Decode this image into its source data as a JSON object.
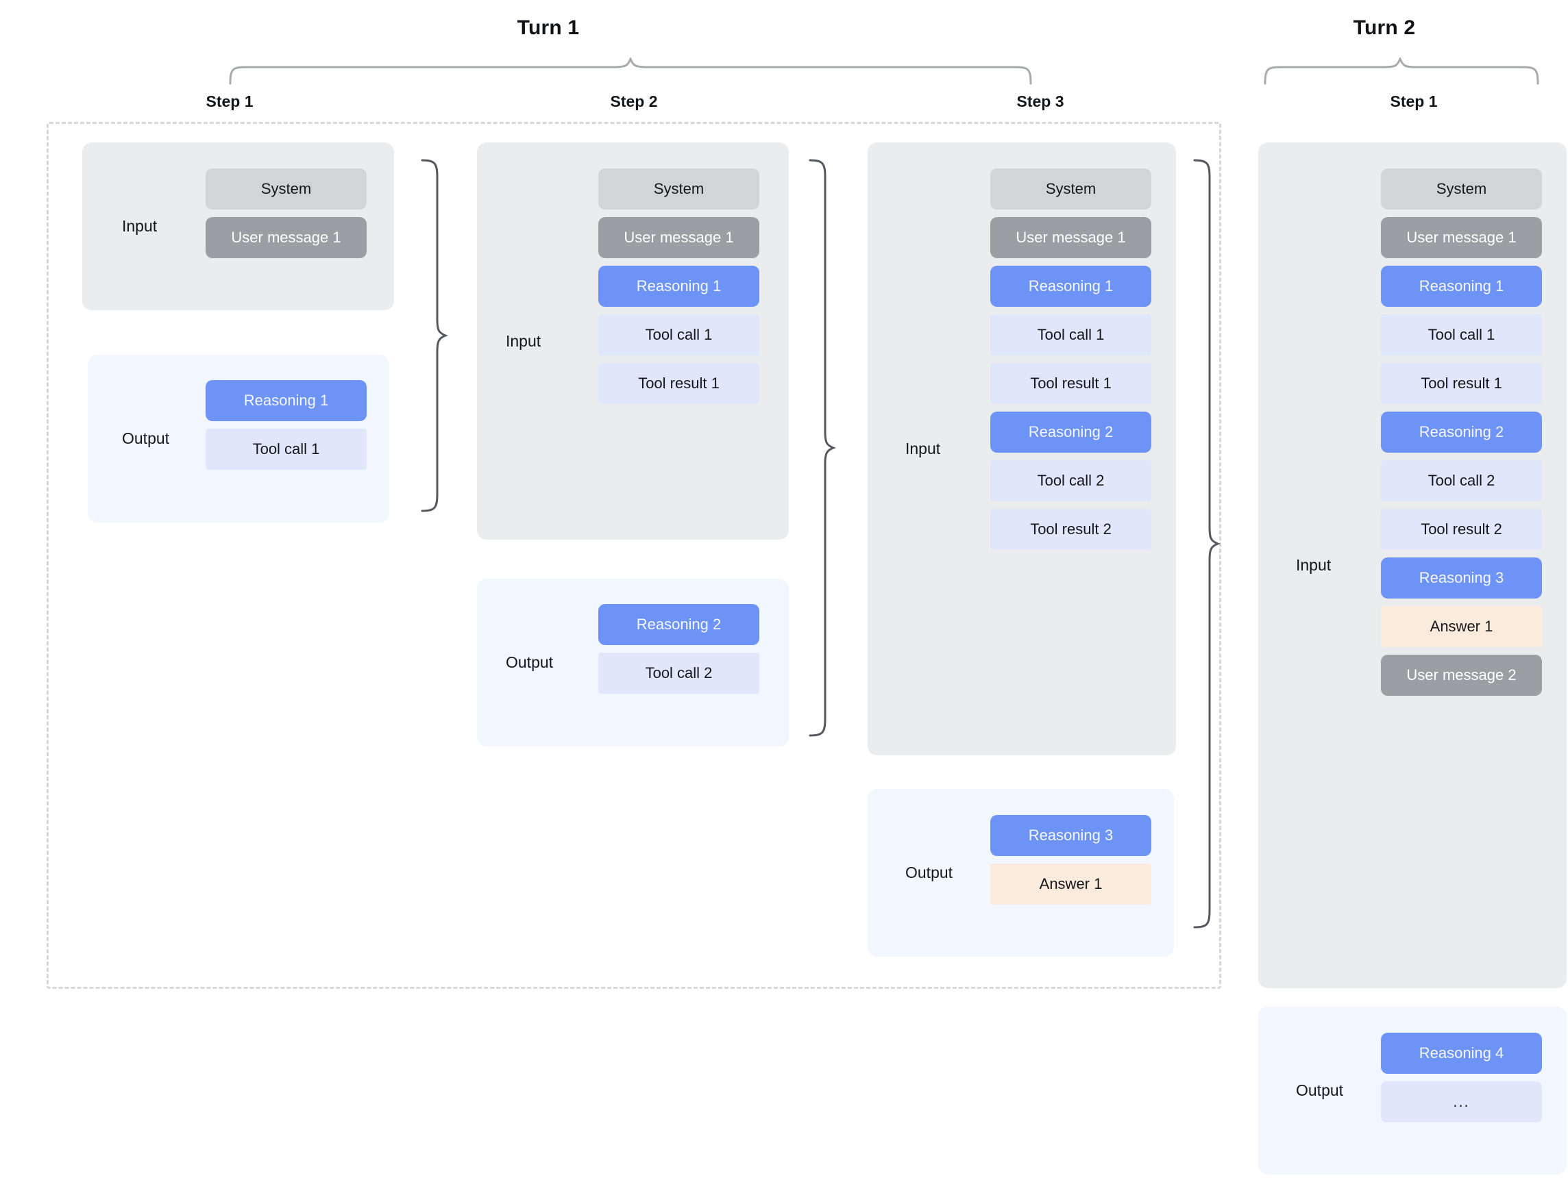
{
  "diagram": {
    "title_turn1": "Turn 1",
    "title_turn2": "Turn 2",
    "labels": {
      "input": "Input",
      "output": "Output"
    },
    "colors": {
      "system": "#d2d4d7",
      "user_message": "#9b9ea3",
      "reasoning": "#6d93f6",
      "tool_call": "#e0e7fb",
      "tool_result": "#e0e7fb",
      "answer": "#fbebdc",
      "input_panel": "#ebecee",
      "output_panel": "#f2f6fe",
      "dashed_border": "#d5d7da",
      "brace": "#55585e",
      "turn_brace": "#a8abae"
    }
  },
  "turns": [
    {
      "name": "Turn 1",
      "steps": [
        {
          "name": "Step 1",
          "input": {
            "label": "Input",
            "blocks": [
              {
                "text": "System",
                "kind": "system"
              },
              {
                "text": "User message 1",
                "kind": "user"
              }
            ]
          },
          "output": {
            "label": "Output",
            "blocks": [
              {
                "text": "Reasoning 1",
                "kind": "reasoning"
              },
              {
                "text": "Tool call 1",
                "kind": "toolcall"
              }
            ]
          }
        },
        {
          "name": "Step 2",
          "input": {
            "label": "Input",
            "blocks": [
              {
                "text": "System",
                "kind": "system"
              },
              {
                "text": "User message 1",
                "kind": "user"
              },
              {
                "text": "Reasoning 1",
                "kind": "reasoning"
              },
              {
                "text": "Tool call 1",
                "kind": "toolcall"
              },
              {
                "text": "Tool result 1",
                "kind": "toolresult"
              }
            ]
          },
          "output": {
            "label": "Output",
            "blocks": [
              {
                "text": "Reasoning 2",
                "kind": "reasoning"
              },
              {
                "text": "Tool call 2",
                "kind": "toolcall"
              }
            ]
          }
        },
        {
          "name": "Step 3",
          "input": {
            "label": "Input",
            "blocks": [
              {
                "text": "System",
                "kind": "system"
              },
              {
                "text": "User message 1",
                "kind": "user"
              },
              {
                "text": "Reasoning 1",
                "kind": "reasoning"
              },
              {
                "text": "Tool call 1",
                "kind": "toolcall"
              },
              {
                "text": "Tool result 1",
                "kind": "toolresult"
              },
              {
                "text": "Reasoning 2",
                "kind": "reasoning"
              },
              {
                "text": "Tool call 2",
                "kind": "toolcall"
              },
              {
                "text": "Tool result 2",
                "kind": "toolresult"
              }
            ]
          },
          "output": {
            "label": "Output",
            "blocks": [
              {
                "text": "Reasoning 3",
                "kind": "reasoning"
              },
              {
                "text": "Answer 1",
                "kind": "answer"
              }
            ]
          }
        }
      ]
    },
    {
      "name": "Turn 2",
      "steps": [
        {
          "name": "Step 1",
          "input": {
            "label": "Input",
            "blocks": [
              {
                "text": "System",
                "kind": "system"
              },
              {
                "text": "User message 1",
                "kind": "user"
              },
              {
                "text": "Reasoning 1",
                "kind": "reasoning"
              },
              {
                "text": "Tool call 1",
                "kind": "toolcall"
              },
              {
                "text": "Tool result 1",
                "kind": "toolresult"
              },
              {
                "text": "Reasoning 2",
                "kind": "reasoning"
              },
              {
                "text": "Tool call 2",
                "kind": "toolcall"
              },
              {
                "text": "Tool result 2",
                "kind": "toolresult"
              },
              {
                "text": "Reasoning 3",
                "kind": "reasoning"
              },
              {
                "text": "Answer 1",
                "kind": "answer"
              },
              {
                "text": "User message 2",
                "kind": "user"
              }
            ]
          },
          "output": {
            "label": "Output",
            "blocks": [
              {
                "text": "Reasoning 4",
                "kind": "reasoning"
              },
              {
                "text": "...",
                "kind": "ellipsis"
              }
            ]
          }
        }
      ]
    }
  ]
}
